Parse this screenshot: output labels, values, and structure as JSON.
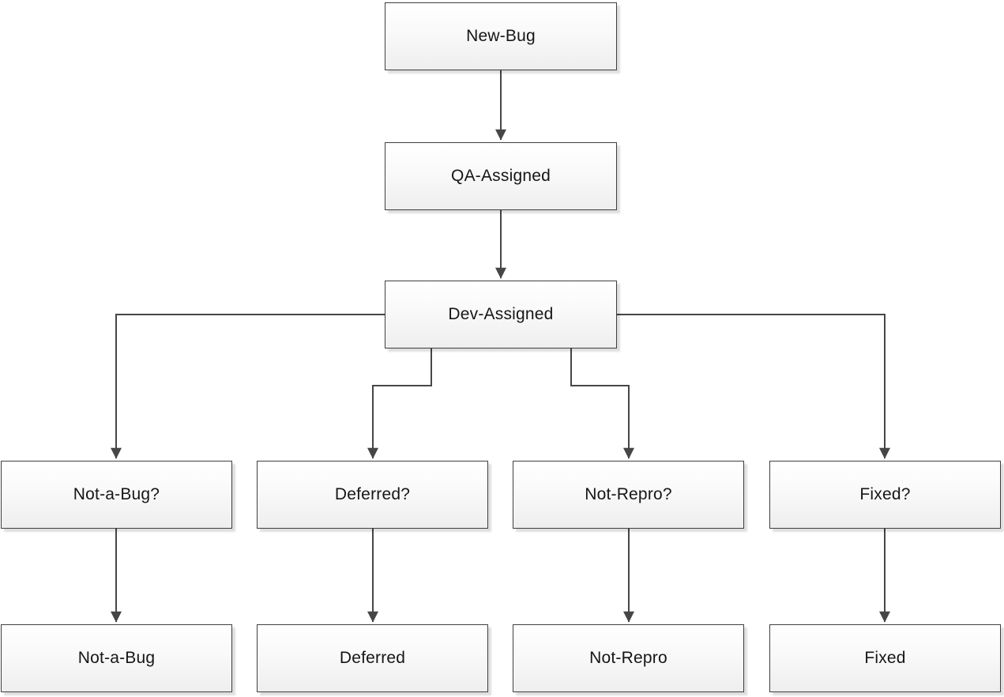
{
  "diagram": {
    "type": "flowchart",
    "nodes": [
      {
        "id": "new-bug",
        "label": "New-Bug"
      },
      {
        "id": "qa-assigned",
        "label": "QA-Assigned"
      },
      {
        "id": "dev-assigned",
        "label": "Dev-Assigned"
      },
      {
        "id": "not-a-bug-q",
        "label": "Not-a-Bug?"
      },
      {
        "id": "deferred-q",
        "label": "Deferred?"
      },
      {
        "id": "not-repro-q",
        "label": "Not-Repro?"
      },
      {
        "id": "fixed-q",
        "label": "Fixed?"
      },
      {
        "id": "not-a-bug",
        "label": "Not-a-Bug"
      },
      {
        "id": "deferred",
        "label": "Deferred"
      },
      {
        "id": "not-repro",
        "label": "Not-Repro"
      },
      {
        "id": "fixed",
        "label": "Fixed"
      }
    ],
    "edges": [
      {
        "from": "new-bug",
        "to": "qa-assigned"
      },
      {
        "from": "qa-assigned",
        "to": "dev-assigned"
      },
      {
        "from": "dev-assigned",
        "to": "not-a-bug-q"
      },
      {
        "from": "dev-assigned",
        "to": "deferred-q"
      },
      {
        "from": "dev-assigned",
        "to": "not-repro-q"
      },
      {
        "from": "dev-assigned",
        "to": "fixed-q"
      },
      {
        "from": "not-a-bug-q",
        "to": "not-a-bug"
      },
      {
        "from": "deferred-q",
        "to": "deferred"
      },
      {
        "from": "not-repro-q",
        "to": "not-repro"
      },
      {
        "from": "fixed-q",
        "to": "fixed"
      }
    ],
    "colors": {
      "node_border": "#3f3f3f",
      "node_fill_top": "#ffffff",
      "node_fill_bottom": "#eeeeee",
      "connector": "#464646",
      "text": "#161616",
      "canvas_background": "#ffffff"
    }
  }
}
